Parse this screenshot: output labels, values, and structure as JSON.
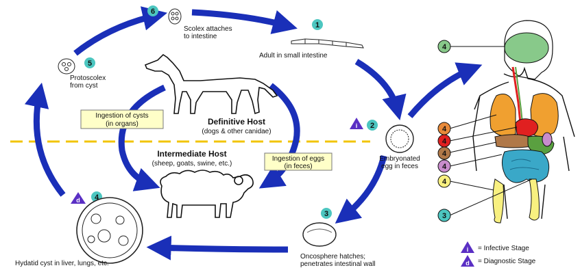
{
  "stages": {
    "s1": {
      "num": "1",
      "l1": "Adult in small intestine"
    },
    "s2": {
      "num": "2",
      "l1": "Embryonated",
      "l2": "egg in feces"
    },
    "s3": {
      "num": "3",
      "l1": "Oncosphere hatches;",
      "l2": "penetrates intestinal wall"
    },
    "s4": {
      "num": "4",
      "l1": "Hydatid cyst in liver, lungs, etc."
    },
    "s5": {
      "num": "5",
      "l1": "Protoscolex",
      "l2": "from cyst"
    },
    "s6": {
      "num": "6",
      "l1": "Scolex attaches",
      "l2": "to intestine"
    }
  },
  "hosts": {
    "definitive": {
      "title": "Definitive Host",
      "sub": "(dogs & other canidae)"
    },
    "intermediate": {
      "title": "Intermediate Host",
      "sub": "(sheep, goats, swine, etc.)"
    }
  },
  "boxes": {
    "cysts": {
      "l1": "Ingestion of cysts",
      "l2": "(in organs)"
    },
    "eggs": {
      "l1": "Ingestion of eggs",
      "l2": "(in feces)"
    }
  },
  "markers": {
    "infective": "i",
    "diagnostic": "d"
  },
  "organs": {
    "brain": "4",
    "lungs": "4",
    "heart": "4",
    "liver": "4",
    "kidney": "4",
    "spleen": "4",
    "bone": "4",
    "intestine": "3"
  },
  "legend": {
    "infective": "= Infective Stage",
    "diagnostic": "= Diagnostic Stage"
  },
  "colors": {
    "arrow": "#1a2fb8",
    "circle_num": "#4cc6c0",
    "dashed": "#f2c400",
    "box_fill": "#ffffc8",
    "triangle": "#5a2fc4",
    "brain": "#88c98a",
    "lungs": "#f0a030",
    "heart": "#e02020",
    "liver": "#b07848",
    "kidney": "#c88ccc",
    "spleen": "#5aa040",
    "intestine": "#3aa8c8",
    "bone": "#f8f080",
    "organ4_1": "#e88a3a"
  }
}
